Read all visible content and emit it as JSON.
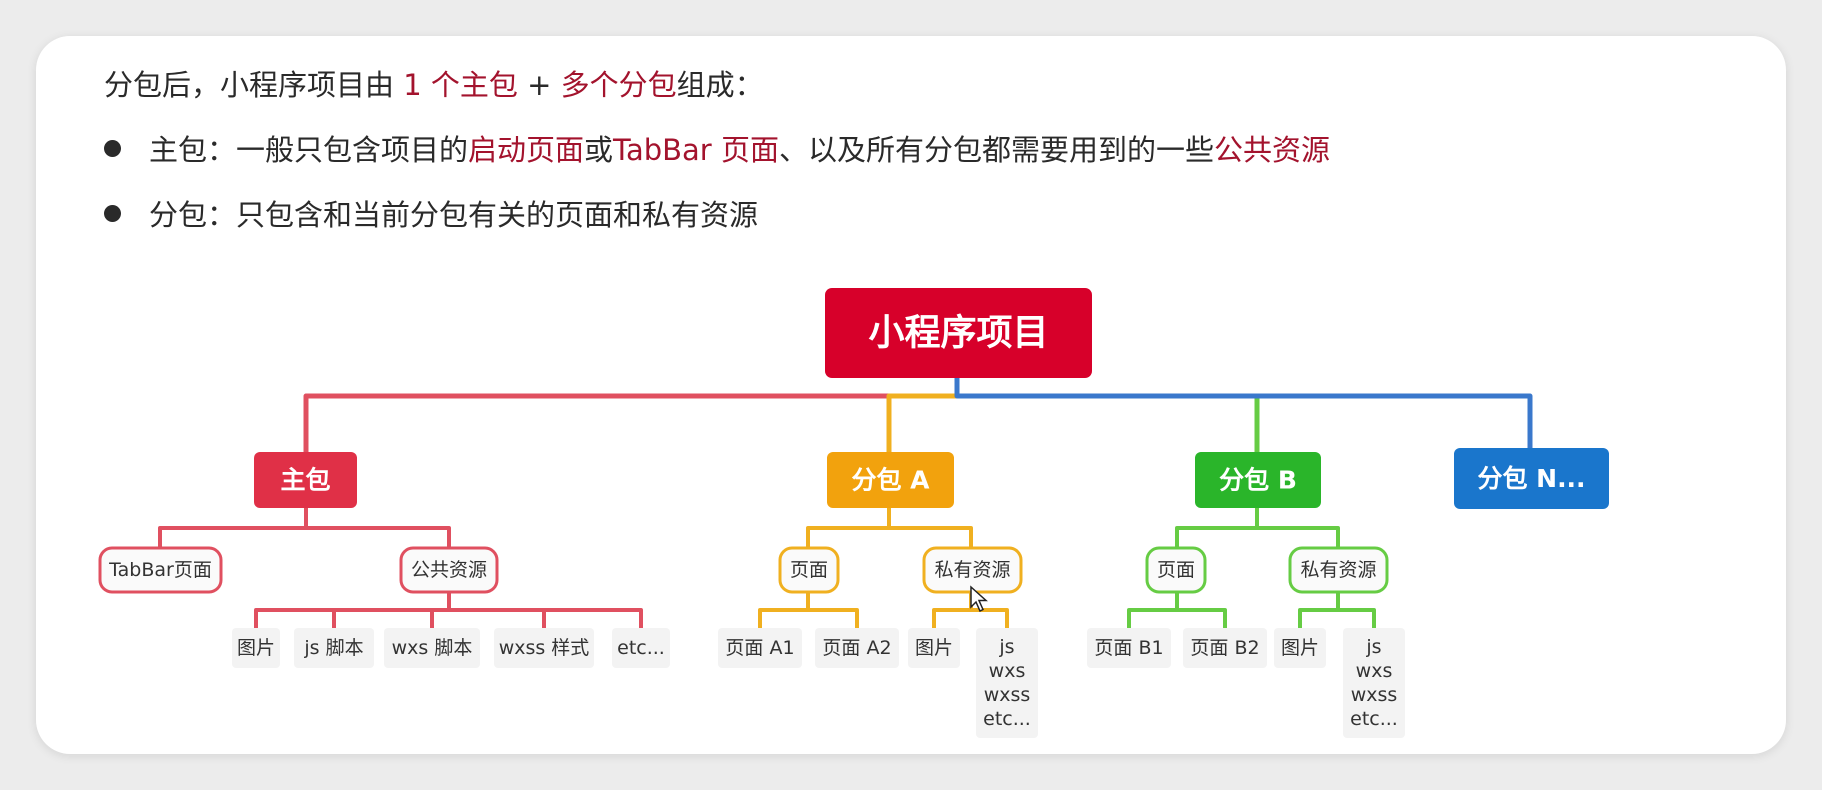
{
  "intro": {
    "prefix": "分包后，小程序项目由 ",
    "hl1": "1 个主包",
    "mid": " + ",
    "hl2": "多个分包",
    "suffix": "组成："
  },
  "bullet_main": {
    "label": "主包：一般只包含项目的",
    "hl1": "启动页面",
    "t2": "或 ",
    "hl2": "TabBar 页面",
    "t3": "、以及所有分包都需要用到的一些",
    "hl3": "公共资源"
  },
  "bullet_sub": {
    "text": "分包：只包含和当前分包有关的页面和私有资源"
  },
  "diagram": {
    "root": "小程序项目",
    "main_pkg": {
      "label": "主包",
      "children": [
        "TabBar页面",
        "公共资源"
      ],
      "resources": [
        "图片",
        "js 脚本",
        "wxs 脚本",
        "wxss 样式",
        "etc..."
      ]
    },
    "sub_a": {
      "label": "分包 A",
      "children": [
        "页面",
        "私有资源"
      ],
      "pages": [
        "页面 A1",
        "页面 A2"
      ],
      "resources": [
        "图片",
        "js\nwxs\nwxss\netc..."
      ]
    },
    "sub_b": {
      "label": "分包 B",
      "children": [
        "页面",
        "私有资源"
      ],
      "pages": [
        "页面 B1",
        "页面 B2"
      ],
      "resources": [
        "图片",
        "js\nwxs\nwxss\netc..."
      ]
    },
    "sub_n": {
      "label": "分包 N..."
    }
  },
  "colors": {
    "highlight": "#a3132d",
    "root": "#d7002a",
    "main": "#e03047",
    "main_line": "#e05060",
    "a": "#f2a20d",
    "a_line": "#f0b020",
    "b": "#2ab52a",
    "b_line": "#66cc44",
    "n": "#1a76cc",
    "n_line": "#3a78cc"
  }
}
